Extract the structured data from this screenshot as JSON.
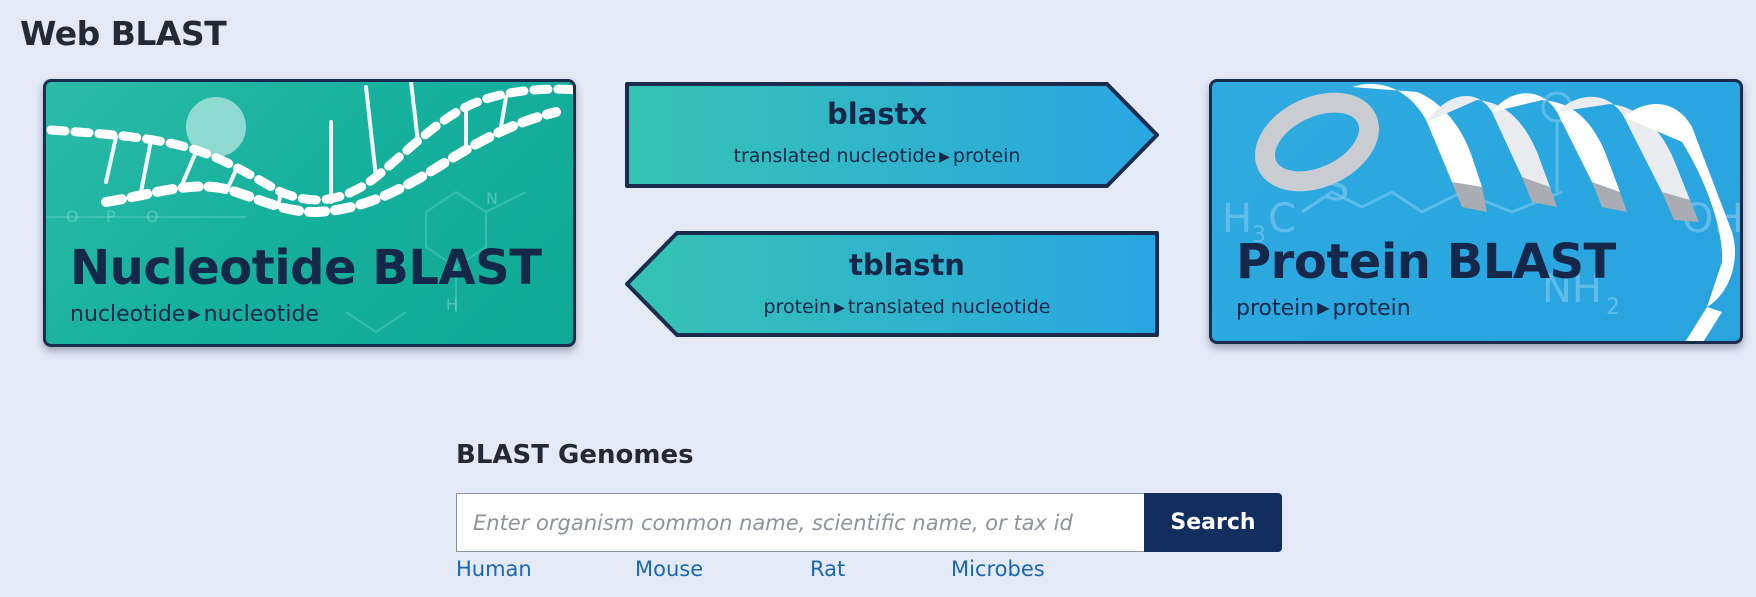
{
  "page": {
    "title": "Web BLAST"
  },
  "cards": {
    "nucleotide": {
      "title": "Nucleotide BLAST",
      "from": "nucleotide",
      "to": "nucleotide"
    },
    "protein": {
      "title": "Protein BLAST",
      "from": "protein",
      "to": "protein"
    }
  },
  "arrows": {
    "blastx": {
      "name": "blastx",
      "from": "translated nucleotide",
      "to": "protein"
    },
    "tblastn": {
      "name": "tblastn",
      "from": "protein",
      "to": "translated nucleotide"
    }
  },
  "genomes": {
    "title": "BLAST Genomes",
    "search_placeholder": "Enter organism common name, scientific name, or tax id",
    "search_value": "",
    "search_button": "Search",
    "quick_links": [
      "Human",
      "Mouse",
      "Rat",
      "Microbes"
    ]
  },
  "symbols": {
    "arrow_glyph": "▶"
  },
  "colors": {
    "background": "#e4e9f6",
    "nucleotide_card": "#16b19d",
    "protein_card": "#2aa6e0",
    "card_border": "#1b2c4c",
    "search_button": "#112e5f",
    "link": "#1a66b0"
  }
}
